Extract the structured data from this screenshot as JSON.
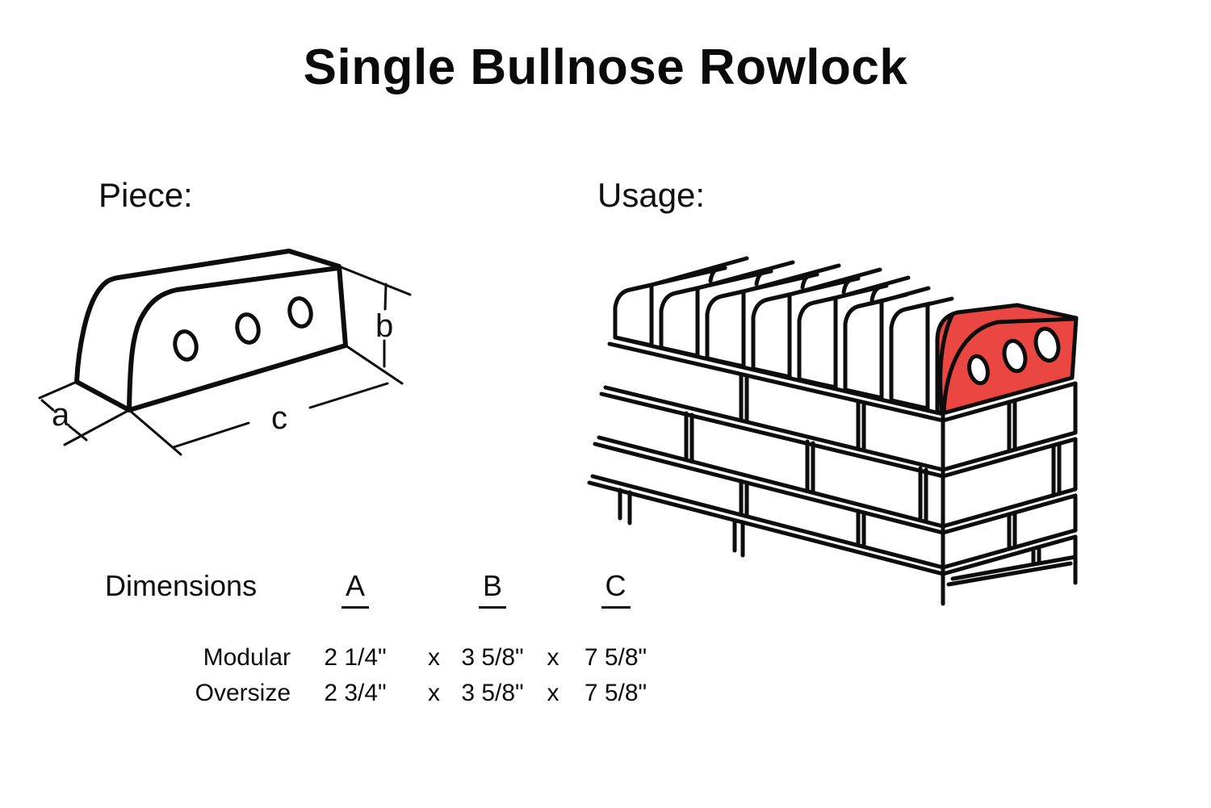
{
  "title": "Single Bullnose Rowlock",
  "piece": {
    "heading": "Piece:",
    "dim_labels": {
      "a": "a",
      "b": "b",
      "c": "c"
    }
  },
  "usage": {
    "heading": "Usage:"
  },
  "dimensions_table": {
    "heading": "Dimensions",
    "columns": [
      "A",
      "B",
      "C"
    ],
    "separator": "x",
    "rows": [
      {
        "name": "Modular",
        "A": "2 1/4\"",
        "B": "3 5/8\"",
        "C": "7 5/8\""
      },
      {
        "name": "Oversize",
        "A": "2 3/4\"",
        "B": "3 5/8\"",
        "C": "7 5/8\""
      }
    ]
  },
  "colors": {
    "highlight_red": "#EA4742",
    "line_black": "#0D0D0D",
    "background": "#FFFFFF"
  }
}
